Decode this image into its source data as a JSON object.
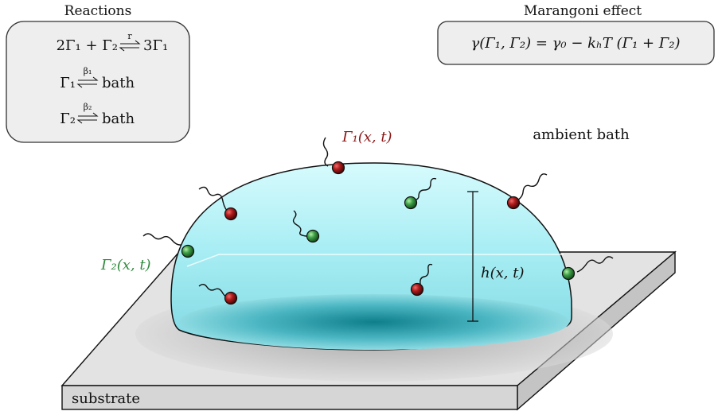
{
  "reactions": {
    "title": "Reactions",
    "lines": [
      {
        "left": "2Γ₁ + Γ₂",
        "rate": "r",
        "right": "3Γ₁"
      },
      {
        "left": "Γ₁",
        "rate": "β₁",
        "right": "bath"
      },
      {
        "left": "Γ₂",
        "rate": "β₂",
        "right": "bath"
      }
    ]
  },
  "marangoni": {
    "title": "Marangoni effect",
    "equation": "γ(Γ₁, Γ₂) = γ₀ − kₕT (Γ₁ + Γ₂)"
  },
  "labels": {
    "gamma1": "Γ₁(x, t)",
    "gamma2": "Γ₂(x, t)",
    "height": "h(x, t)",
    "ambient": "ambient bath",
    "substrate": "substrate"
  },
  "colors": {
    "surfactant_1": "#8a1414",
    "surfactant_2": "#2e8b3c",
    "droplet": "#b8f2f6",
    "droplet_dark": "#1f8f9c",
    "substrate": "#d9d9d9"
  }
}
